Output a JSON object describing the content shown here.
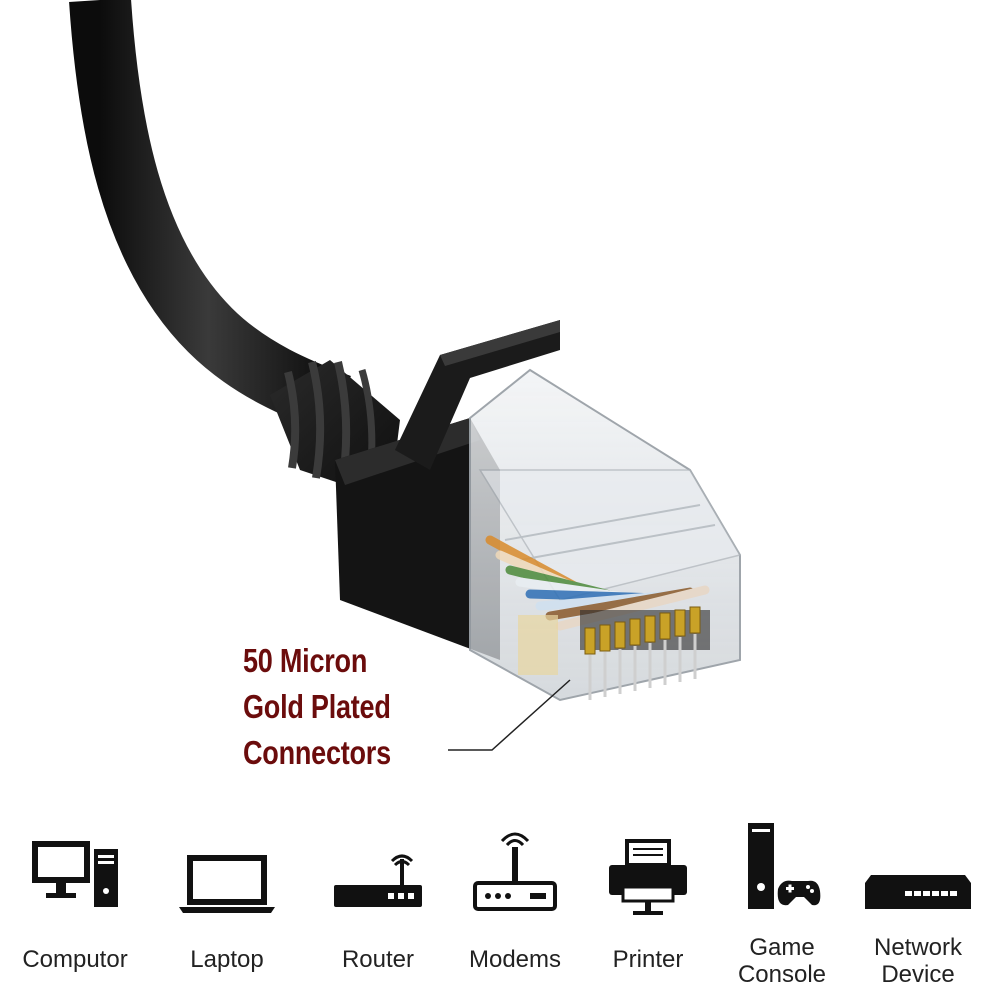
{
  "callout": {
    "lines": [
      "50 Micron",
      "Gold Plated",
      "Connectors"
    ],
    "color": "#6b0c0c"
  },
  "devices": [
    {
      "label": "Computor",
      "icon": "computer-icon"
    },
    {
      "label": "Laptop",
      "icon": "laptop-icon"
    },
    {
      "label": "Router",
      "icon": "router-icon"
    },
    {
      "label": "Modems",
      "icon": "modem-icon"
    },
    {
      "label": "Printer",
      "icon": "printer-icon"
    },
    {
      "label_lines": [
        "Game",
        "Console"
      ],
      "icon": "game-console-icon"
    },
    {
      "label_lines": [
        "Network",
        "Device"
      ],
      "icon": "network-device-icon"
    }
  ],
  "colors": {
    "cable": "#1a1a1a",
    "icon": "#111111",
    "gold": "#c9a227"
  }
}
